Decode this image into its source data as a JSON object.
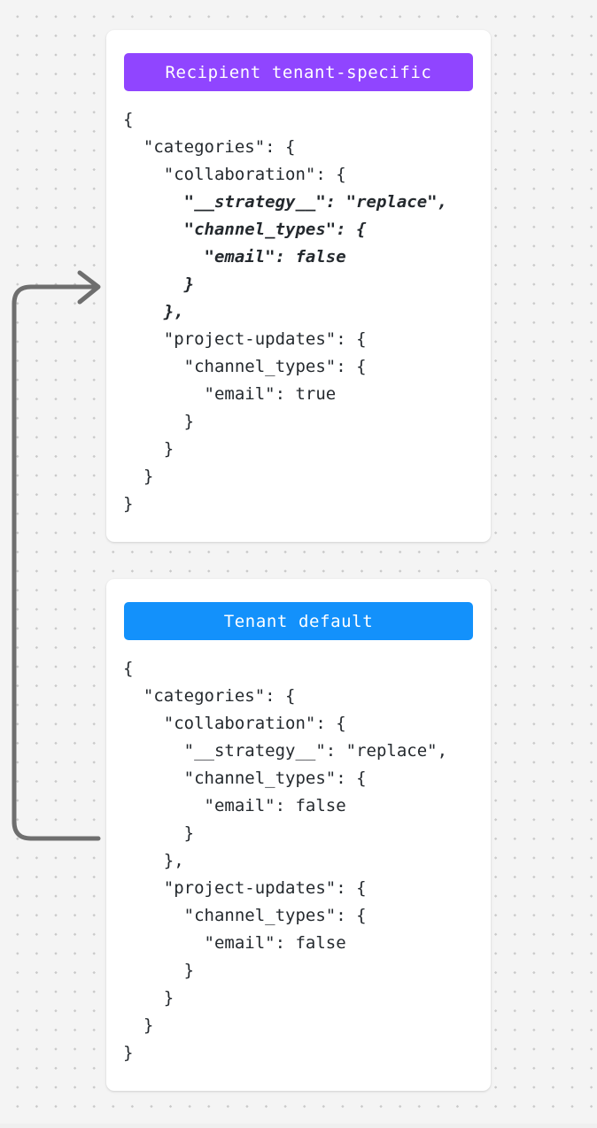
{
  "canvas": {
    "background_color": "#f4f4f4",
    "dot_color": "#c9c9c9"
  },
  "cards": [
    {
      "id": "recipient-tenant-specific",
      "header_label": "Recipient tenant-specific",
      "header_color": "#9045ff",
      "code_lines": [
        {
          "text": "{",
          "emphasis": false
        },
        {
          "text": "  \"categories\": {",
          "emphasis": false
        },
        {
          "text": "    \"collaboration\": {",
          "emphasis": false
        },
        {
          "text": "      \"__strategy__\": \"replace\",",
          "emphasis": true
        },
        {
          "text": "      \"channel_types\": {",
          "emphasis": true
        },
        {
          "text": "        \"email\": false",
          "emphasis": true
        },
        {
          "text": "      }",
          "emphasis": true
        },
        {
          "text": "    },",
          "emphasis": true
        },
        {
          "text": "    \"project-updates\": {",
          "emphasis": false
        },
        {
          "text": "      \"channel_types\": {",
          "emphasis": false
        },
        {
          "text": "        \"email\": true",
          "emphasis": false
        },
        {
          "text": "      }",
          "emphasis": false
        },
        {
          "text": "    }",
          "emphasis": false
        },
        {
          "text": "  }",
          "emphasis": false
        },
        {
          "text": "}",
          "emphasis": false
        }
      ]
    },
    {
      "id": "tenant-default",
      "header_label": "Tenant default",
      "header_color": "#1391fb",
      "code_lines": [
        {
          "text": "{",
          "emphasis": false
        },
        {
          "text": "  \"categories\": {",
          "emphasis": false
        },
        {
          "text": "    \"collaboration\": {",
          "emphasis": false
        },
        {
          "text": "      \"__strategy__\": \"replace\",",
          "emphasis": false
        },
        {
          "text": "      \"channel_types\": {",
          "emphasis": false
        },
        {
          "text": "        \"email\": false",
          "emphasis": false
        },
        {
          "text": "      }",
          "emphasis": false
        },
        {
          "text": "    },",
          "emphasis": false
        },
        {
          "text": "    \"project-updates\": {",
          "emphasis": false
        },
        {
          "text": "      \"channel_types\": {",
          "emphasis": false
        },
        {
          "text": "        \"email\": false",
          "emphasis": false
        },
        {
          "text": "      }",
          "emphasis": false
        },
        {
          "text": "    }",
          "emphasis": false
        },
        {
          "text": "  }",
          "emphasis": false
        },
        {
          "text": "}",
          "emphasis": false
        }
      ]
    }
  ],
  "connector": {
    "name": "inheritance-arrow",
    "color": "#6e6e6e",
    "from": "tenant-default",
    "to": "recipient-tenant-specific"
  }
}
